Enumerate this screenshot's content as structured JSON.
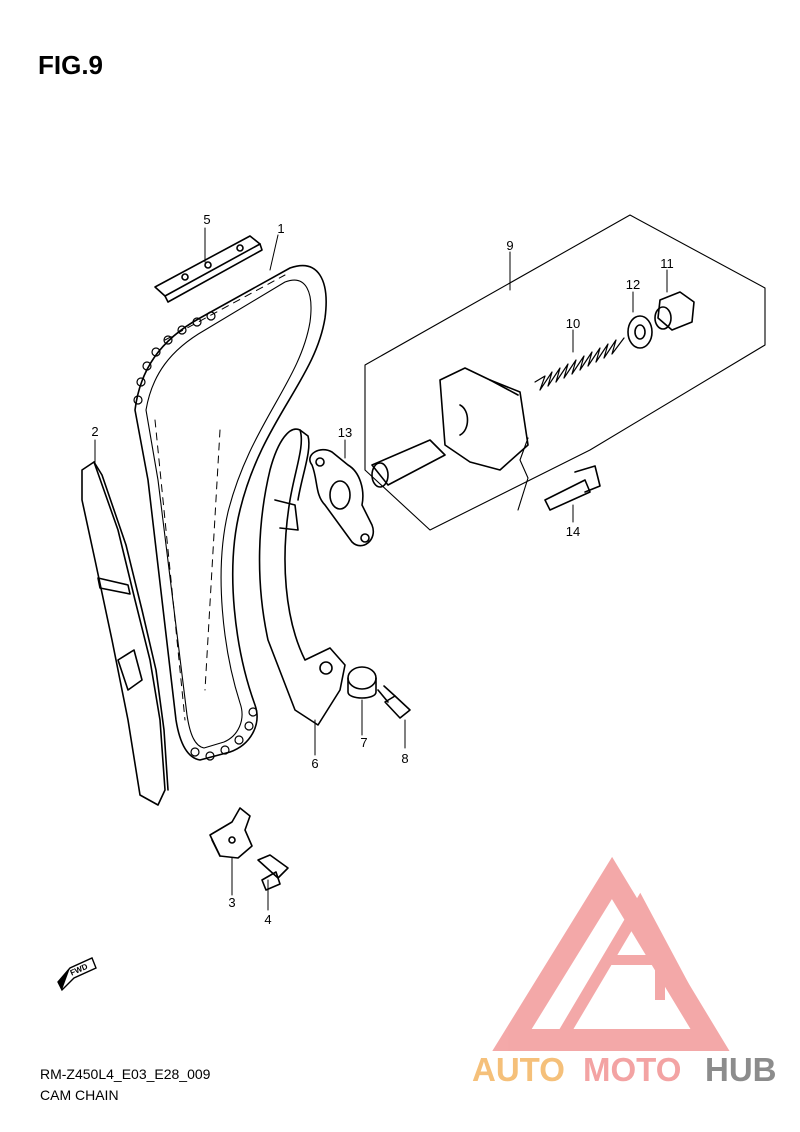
{
  "figure": {
    "title": "FIG.9",
    "code": "RM-Z450L4_E03_E28_009",
    "name": "CAM CHAIN"
  },
  "callouts": [
    {
      "id": "1",
      "label": "1"
    },
    {
      "id": "2",
      "label": "2"
    },
    {
      "id": "3",
      "label": "3"
    },
    {
      "id": "4",
      "label": "4"
    },
    {
      "id": "5",
      "label": "5"
    },
    {
      "id": "6",
      "label": "6"
    },
    {
      "id": "7",
      "label": "7"
    },
    {
      "id": "8",
      "label": "8"
    },
    {
      "id": "9",
      "label": "9"
    },
    {
      "id": "10",
      "label": "10"
    },
    {
      "id": "11",
      "label": "11"
    },
    {
      "id": "12",
      "label": "12"
    },
    {
      "id": "13",
      "label": "13"
    },
    {
      "id": "14",
      "label": "14"
    }
  ],
  "direction_arrow": {
    "label": "FWD"
  },
  "watermark": {
    "text_part1": "AUTO",
    "text_part2": "MOTO",
    "text_part3": "HUB",
    "color_part1": "#f5c07a",
    "color_part2": "#f3a3a3",
    "color_part3": "#8c8c8c",
    "logo_color": "#f29a9a"
  }
}
